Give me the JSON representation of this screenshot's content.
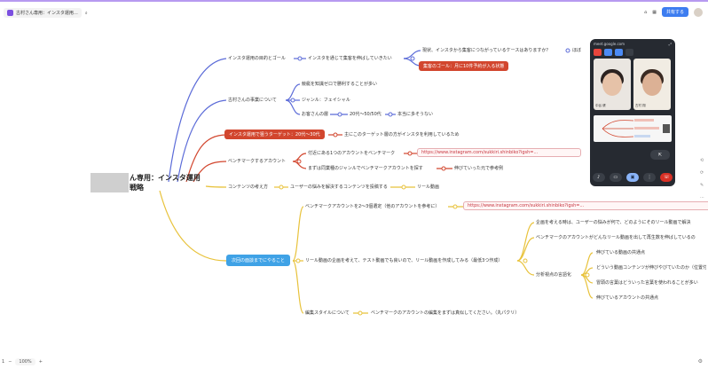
{
  "app": {
    "tab_title": "古村さん専用：インスタ運用…",
    "share_label": "共有する",
    "zoom_level": "100%",
    "page_count": "1"
  },
  "root": {
    "title": "ん専用：インスタ運用戦略"
  },
  "branches": {
    "goal": {
      "label": "インスタ運用の目的とゴール",
      "child": "インスタを通じて集客を伸ばしていきたい",
      "grand1": "現状、インスタから集客につながっているケースはありますか？",
      "grand1_tail": "ほぼ",
      "grand2": "集客のゴール：月に10件予約が入る状態"
    },
    "business": {
      "label": "古村さんの事業について",
      "items": [
        "競艇を知識ゼロで勝利することが多い",
        "ジャンル：フェイシャル",
        "お客さんの層"
      ],
      "age": "20代〜50/50代",
      "age_note": "本当に多そうない"
    },
    "target": {
      "label": "インスタ運用で狙うターゲット：20代〜30代",
      "note": "主にこのターゲット層の方がインスタを利用しているため"
    },
    "benchmark": {
      "label": "ベンチマークするアカウント",
      "item1": "付近にある1つのアカウントをベンチマーク",
      "item1_link": "https://www.instagram.com/sukkiri.shinbiko?igsh=...",
      "item2": "まずは同業種のジャンルでベンチマークアカウントを探す",
      "item2_note": "伸びていった元で参考例"
    },
    "content": {
      "label": "コンテンツの考え方",
      "child": "ユーザーの悩みを解決するコンテンツを投稿する",
      "grand": "リール動画"
    },
    "next": {
      "label": "次回の面談までにやること",
      "item1": "ベンチマークアカウントを2〜3個選定（他のアカウントを参考に）",
      "item1_link": "https://www.instagram.com/sukkiri.shinbiko?igsh=...",
      "item2": "リール動画の企画を考えて、テスト動画でも良いので、リール動画を作成してみる（最低3つ作成）",
      "item2_children": [
        "企画を考える時は、ユーザーの悩みが何で、どのようにそのリール動画で解決",
        "ベンチマークのアカウントがどんなリール動画を出して再生数を伸ばしているの"
      ],
      "analysis": "分析視点の言語化",
      "analysis_items": [
        "伸びている動画の共通点",
        "どういう動画コンテンツが伸びやびていたのか（位置付）",
        "冒頭の言葉はどういった言葉を使われることが多い",
        "伸びているアカウントの共通点"
      ],
      "item3": "編集スタイルについて",
      "item3_note": "ベンチマークのアカウントの編集をまずは真似してください。（丸パクリ）"
    }
  },
  "meet": {
    "url": "meet.google.com",
    "person1": "中谷 健",
    "person2": "古村 翔"
  },
  "colors": {
    "accent_red": "#d2462e",
    "accent_blue": "#3fa2e6",
    "purple_line": "#5b6bd8",
    "yellow_line": "#e8c23a",
    "red_line": "#d2462e"
  }
}
